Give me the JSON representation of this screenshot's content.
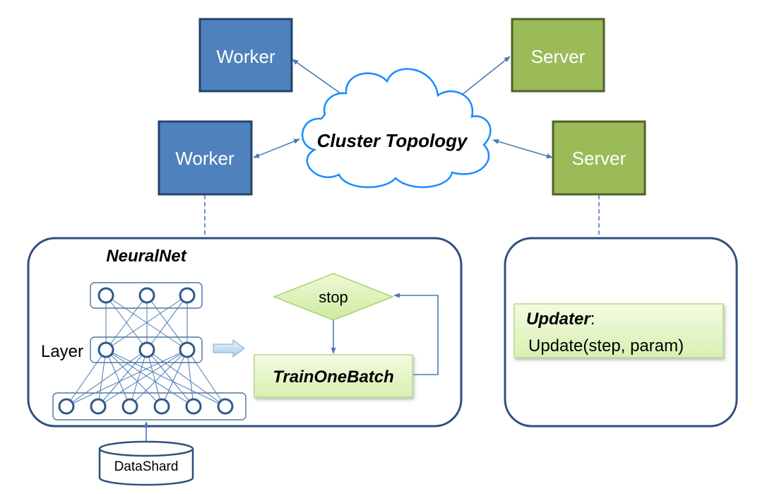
{
  "cluster": {
    "label": "Cluster Topology"
  },
  "workers": [
    {
      "label": "Worker"
    },
    {
      "label": "Worker"
    }
  ],
  "servers": [
    {
      "label": "Server"
    },
    {
      "label": "Server"
    }
  ],
  "neuralnet": {
    "title": "NeuralNet",
    "layer_label": "Layer",
    "stop_label": "stop",
    "train_label": "TrainOneBatch"
  },
  "datashard": {
    "label": "DataShard"
  },
  "updater": {
    "title": "Updater",
    "title_suffix": ":",
    "method": "Update(step, param)"
  },
  "colors": {
    "worker_fill": "#4f81bd",
    "worker_border": "#23446c",
    "server_fill": "#9bbb59",
    "server_border": "#4f6228",
    "panel_border": "#2f4f7f",
    "cloud_border": "#1a8cff",
    "arrow": "#4a7ab5",
    "node_border": "#2e5a8a",
    "green_box_fill": "#e6f7c6",
    "green_box_border": "#b5d98a"
  }
}
